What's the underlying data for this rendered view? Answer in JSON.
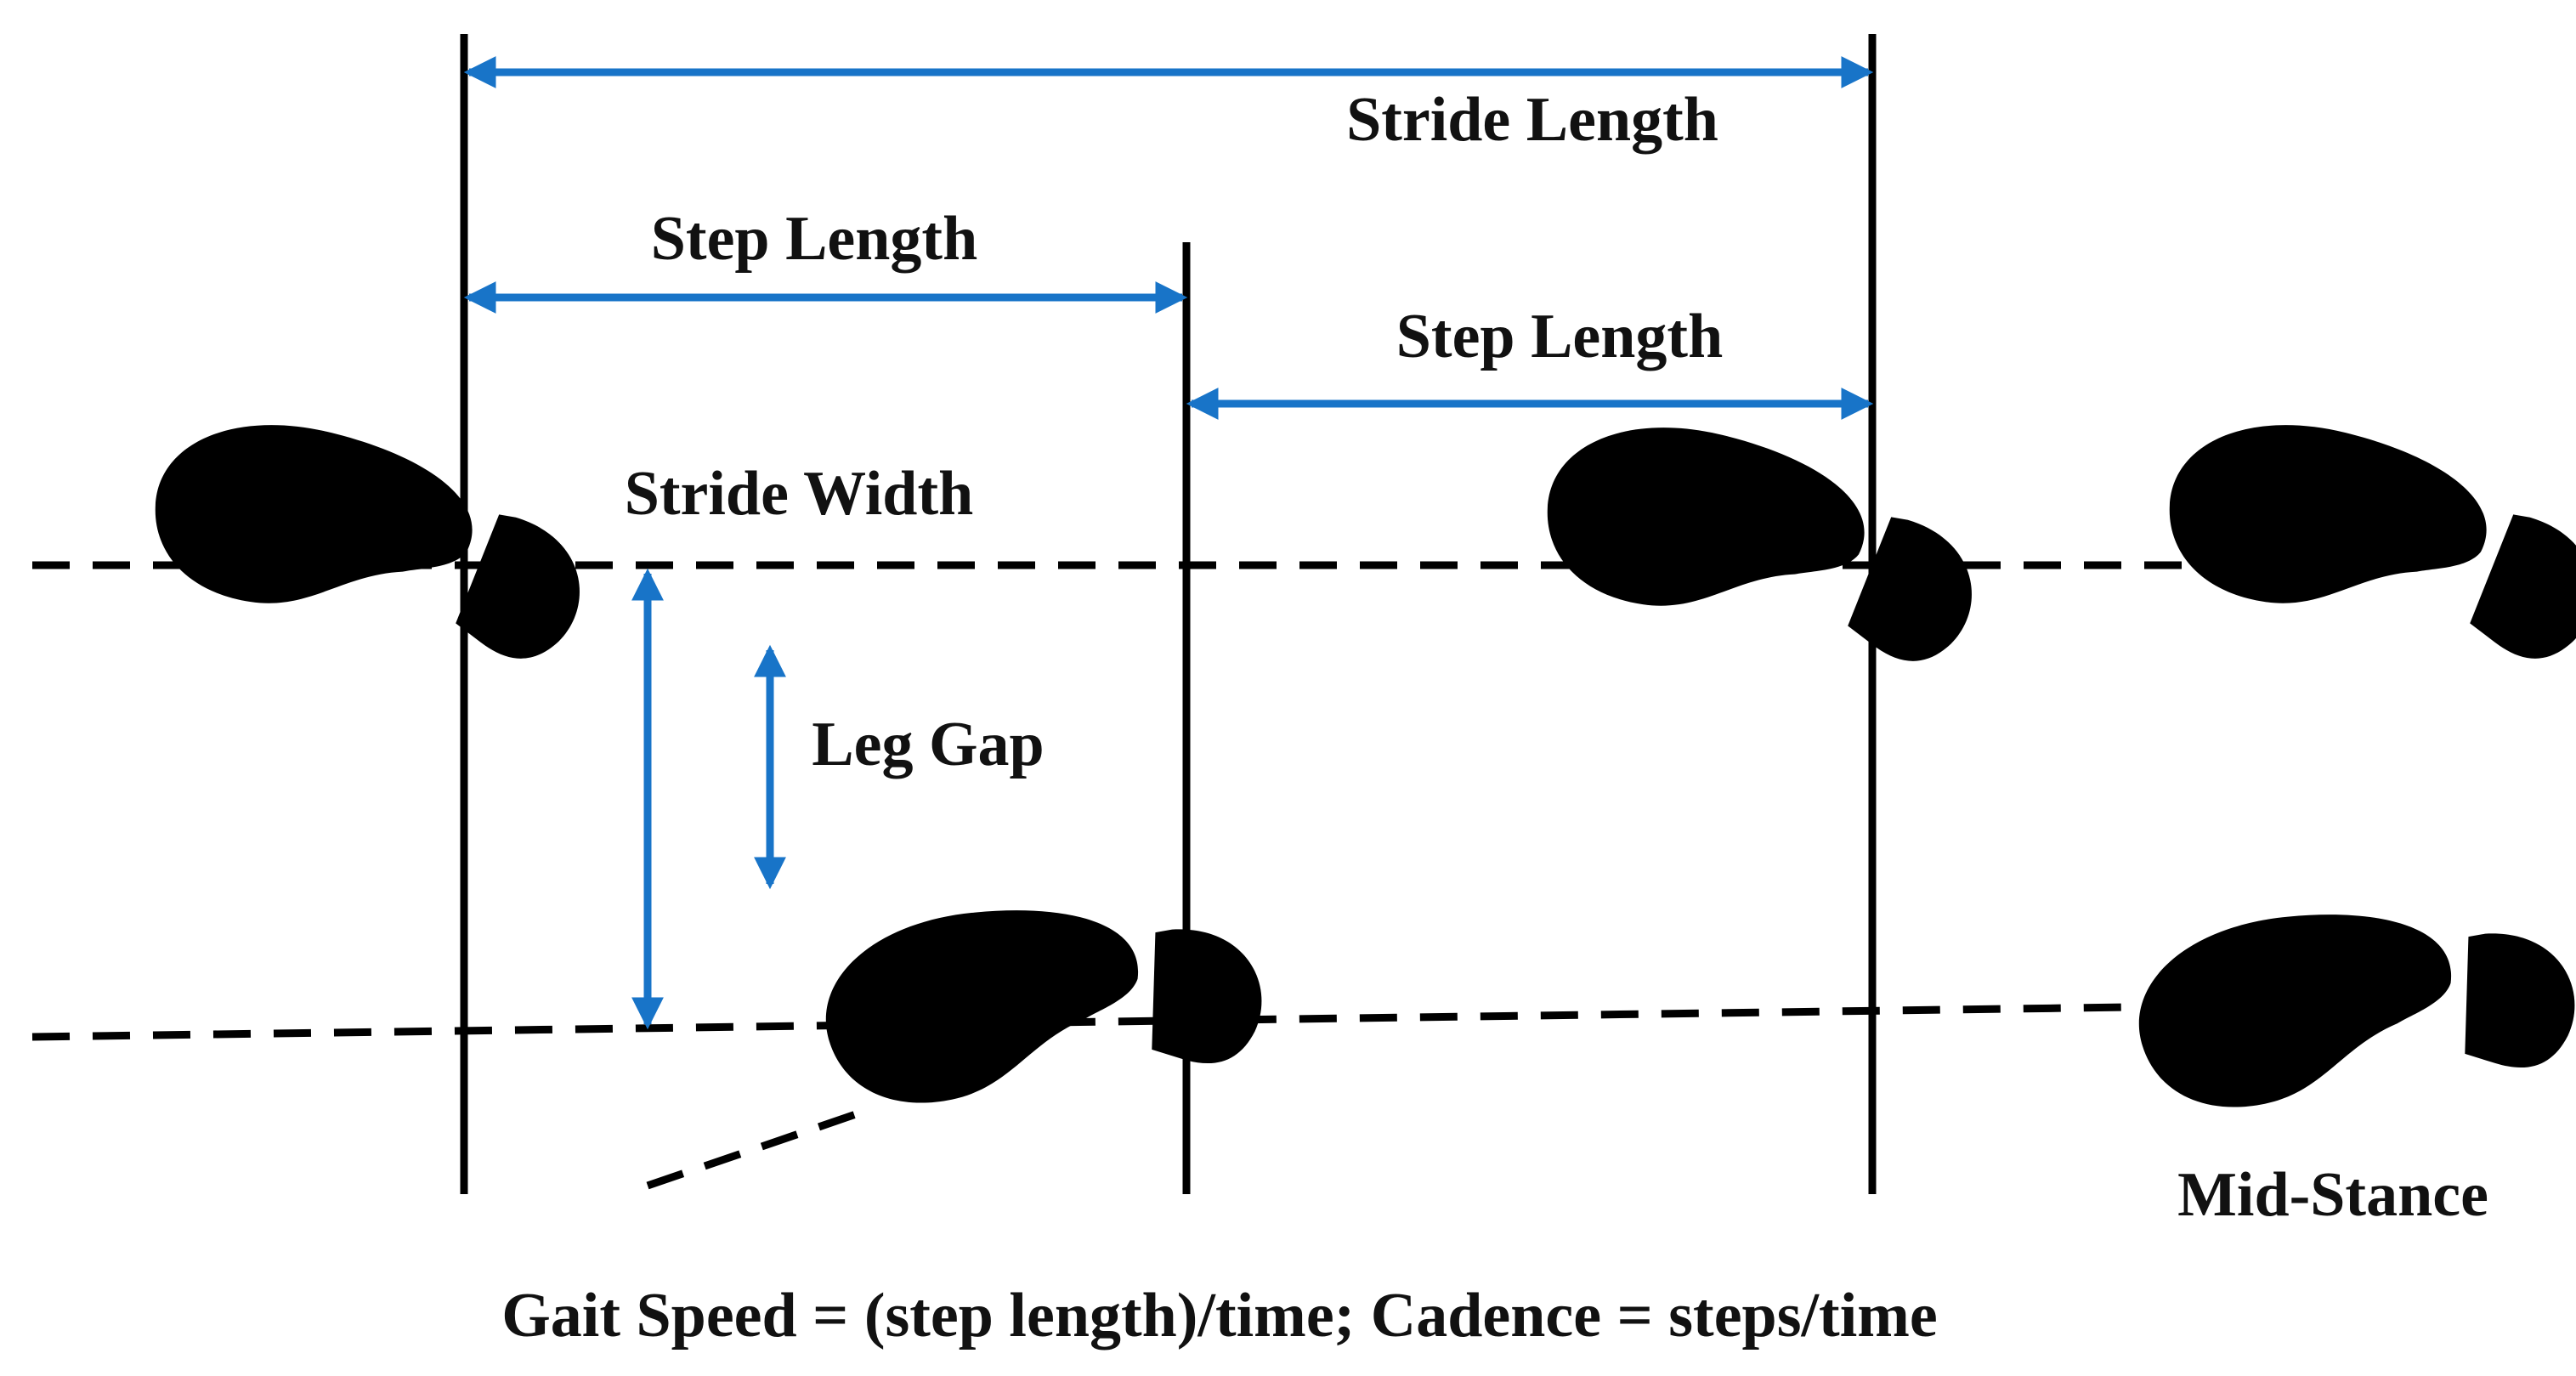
{
  "labels": {
    "stride_length": "Stride Length",
    "step_length_1": "Step Length",
    "step_length_2": "Step Length",
    "stride_width": "Stride Width",
    "leg_gap": "Leg Gap",
    "mid_stance": "Mid-Stance",
    "formula": "Gait Speed = (step length)/time; Cadence = steps/time"
  },
  "colors": {
    "arrow": "#1874c8",
    "line": "#000000",
    "footprint": "#000000",
    "background": "#ffffff"
  },
  "icons": [
    "shoe-print-icon"
  ]
}
